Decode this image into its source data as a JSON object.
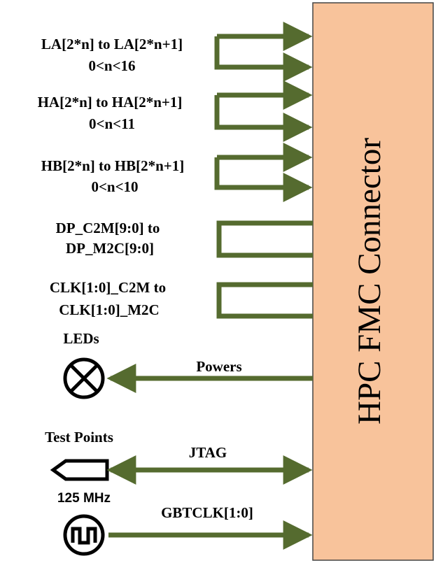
{
  "connector": {
    "label": "HPC FMC Connector",
    "fill": "#f8c39b",
    "stroke": "#444444"
  },
  "colors": {
    "wire": "#556b2f",
    "text": "#000000"
  },
  "loops": [
    {
      "line1": "LA[2*n] to LA[2*n+1]",
      "line2": "0<n<16",
      "arrowheads": true
    },
    {
      "line1": "HA[2*n] to HA[2*n+1]",
      "line2": "0<n<11",
      "arrowheads": true
    },
    {
      "line1": "HB[2*n] to HB[2*n+1]",
      "line2": "0<n<10",
      "arrowheads": true
    },
    {
      "line1": "DP_C2M[9:0] to",
      "line2": "DP_M2C[9:0]",
      "arrowheads": false
    },
    {
      "line1": "CLK[1:0]_C2M to",
      "line2": "CLK[1:0]_M2C",
      "arrowheads": false
    }
  ],
  "leds": {
    "label": "LEDs",
    "icon": "lamp-icon"
  },
  "powers": {
    "label": "Powers"
  },
  "test_points": {
    "label": "Test Points",
    "icon": "test-point-connector-icon"
  },
  "jtag": {
    "label": "JTAG"
  },
  "oscillator": {
    "label": "125 MHz",
    "icon": "clock-oscillator-icon"
  },
  "gbtclk": {
    "label": "GBTCLK[1:0]"
  }
}
